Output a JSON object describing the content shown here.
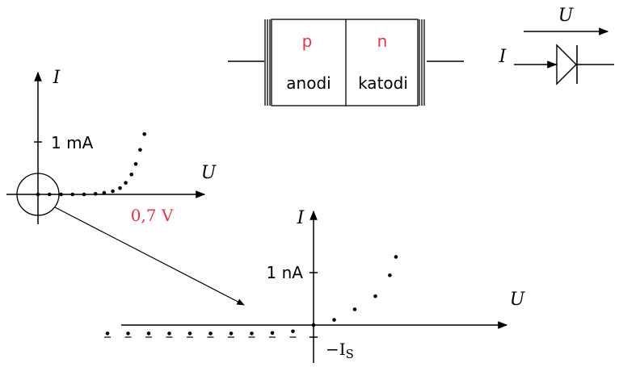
{
  "colors": {
    "ink": "#000000",
    "accent": "#e8334a"
  },
  "diode_block": {
    "p_label": "p",
    "n_label": "n",
    "anode_label": "anodi",
    "cathode_label": "katodi"
  },
  "symbol": {
    "voltage_label": "U",
    "current_label": "I"
  },
  "main_plot": {
    "y_label": "I",
    "x_label": "U",
    "tick_label": "1 mA",
    "knee_label": "0,7 V",
    "points": [
      [
        0,
        0
      ],
      [
        0.08,
        0
      ],
      [
        0.16,
        0
      ],
      [
        0.24,
        0
      ],
      [
        0.32,
        0
      ],
      [
        0.4,
        0.01
      ],
      [
        0.46,
        0.03
      ],
      [
        0.52,
        0.06
      ],
      [
        0.57,
        0.12
      ],
      [
        0.61,
        0.22
      ],
      [
        0.65,
        0.38
      ],
      [
        0.68,
        0.58
      ],
      [
        0.71,
        0.85
      ],
      [
        0.74,
        1.15
      ]
    ]
  },
  "zoom_plot": {
    "y_label": "I",
    "x_label": "U",
    "tick_label": "1 nA",
    "is_label": "−I",
    "is_subscript": "S",
    "points": [
      [
        -10,
        -0.16
      ],
      [
        -9,
        -0.16
      ],
      [
        -8,
        -0.16
      ],
      [
        -7,
        -0.16
      ],
      [
        -6,
        -0.16
      ],
      [
        -5,
        -0.16
      ],
      [
        -4,
        -0.16
      ],
      [
        -3,
        -0.16
      ],
      [
        -2,
        -0.15
      ],
      [
        -1,
        -0.12
      ],
      [
        0,
        0
      ],
      [
        1,
        0.1
      ],
      [
        2,
        0.3
      ],
      [
        3,
        0.55
      ],
      [
        3.7,
        0.95
      ],
      [
        4,
        1.3
      ]
    ]
  }
}
